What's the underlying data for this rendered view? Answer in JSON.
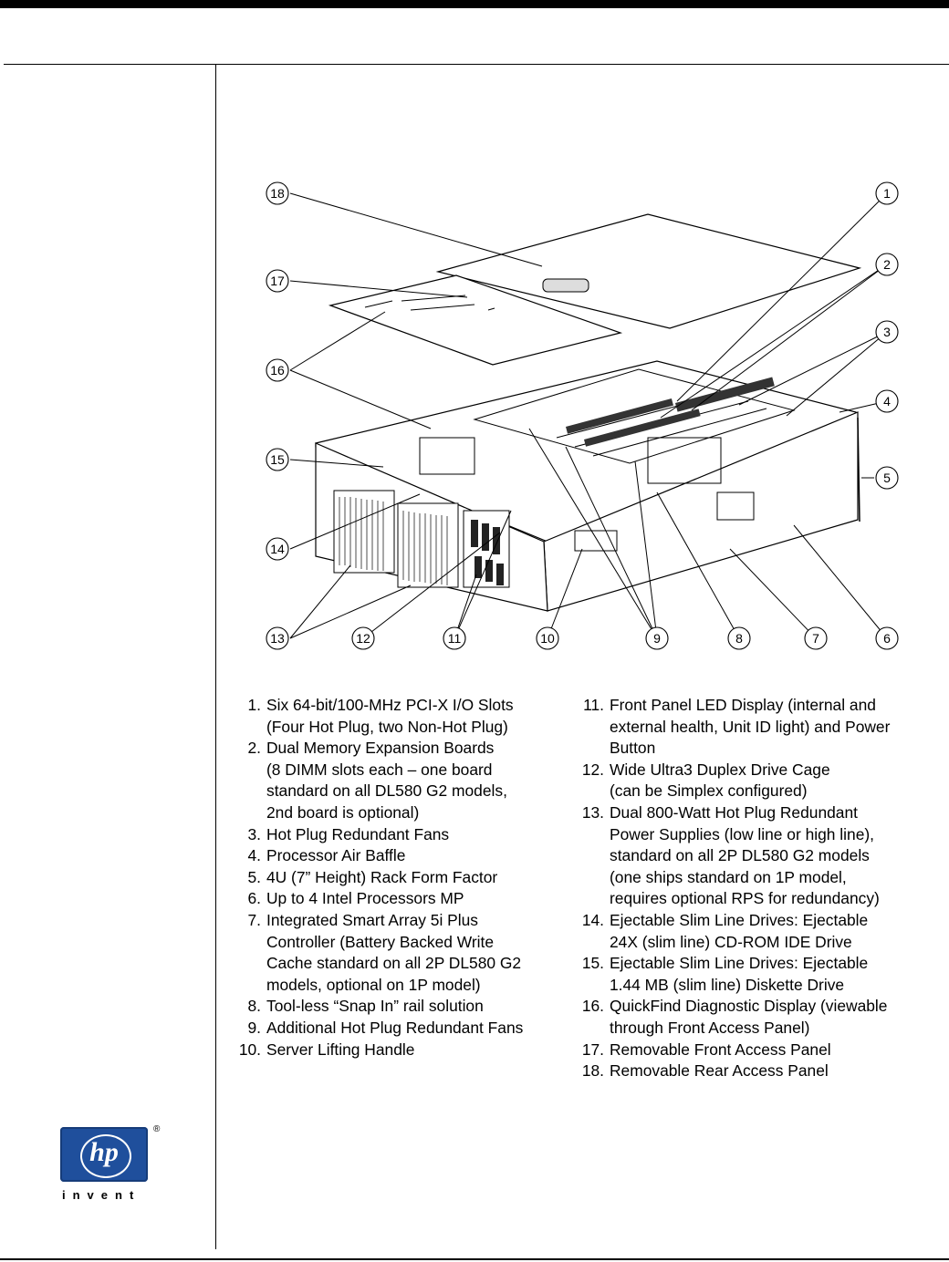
{
  "logo": {
    "brand": "hp",
    "tagline": "invent",
    "registered": "®"
  },
  "figure": {
    "callouts": [
      "1",
      "2",
      "3",
      "4",
      "5",
      "6",
      "7",
      "8",
      "9",
      "10",
      "11",
      "12",
      "13",
      "14",
      "15",
      "16",
      "17",
      "18"
    ]
  },
  "legend": {
    "left": [
      {
        "num": "1.",
        "lines": [
          "Six 64-bit/100-MHz PCI-X I/O Slots",
          "(Four Hot Plug, two Non-Hot Plug)"
        ]
      },
      {
        "num": "2.",
        "lines": [
          "Dual Memory Expansion Boards",
          "(8 DIMM slots each – one board",
          "standard on all DL580 G2 models,",
          "2nd board is optional)"
        ]
      },
      {
        "num": "3.",
        "lines": [
          "Hot Plug Redundant Fans"
        ]
      },
      {
        "num": "4.",
        "lines": [
          "Processor Air Baffle"
        ]
      },
      {
        "num": "5.",
        "lines": [
          "4U (7” Height) Rack Form Factor"
        ]
      },
      {
        "num": "6.",
        "lines": [
          "Up to 4 Intel Processors MP"
        ]
      },
      {
        "num": "7.",
        "lines": [
          "Integrated Smart Array 5i Plus",
          "Controller (Battery Backed Write",
          "Cache standard on all 2P DL580 G2",
          "models, optional on 1P model)"
        ]
      },
      {
        "num": "8.",
        "lines": [
          "Tool-less “Snap In” rail solution"
        ]
      },
      {
        "num": "9.",
        "lines": [
          "Additional Hot Plug Redundant Fans"
        ]
      },
      {
        "num": "10.",
        "lines": [
          "Server Lifting Handle"
        ]
      }
    ],
    "right": [
      {
        "num": "11.",
        "lines": [
          "Front Panel LED Display (internal and",
          "external health, Unit ID light) and Power",
          "Button"
        ]
      },
      {
        "num": "12.",
        "lines": [
          "Wide Ultra3 Duplex Drive Cage",
          "(can be Simplex configured)"
        ]
      },
      {
        "num": "13.",
        "lines": [
          "Dual 800-Watt Hot Plug Redundant",
          "Power Supplies (low line or high line),",
          "standard on all 2P DL580 G2 models",
          "(one ships standard on 1P model,",
          "requires optional RPS for redundancy)"
        ]
      },
      {
        "num": "14.",
        "lines": [
          "Ejectable Slim Line Drives:  Ejectable",
          "24X (slim line) CD-ROM IDE Drive"
        ]
      },
      {
        "num": "15.",
        "lines": [
          "Ejectable Slim Line Drives:  Ejectable",
          "1.44 MB (slim line) Diskette Drive"
        ]
      },
      {
        "num": "16.",
        "lines": [
          "QuickFind Diagnostic Display (viewable",
          "through Front Access Panel)"
        ]
      },
      {
        "num": "17.",
        "lines": [
          "Removable Front Access Panel"
        ]
      },
      {
        "num": "18.",
        "lines": [
          "Removable Rear Access Panel"
        ]
      }
    ]
  }
}
